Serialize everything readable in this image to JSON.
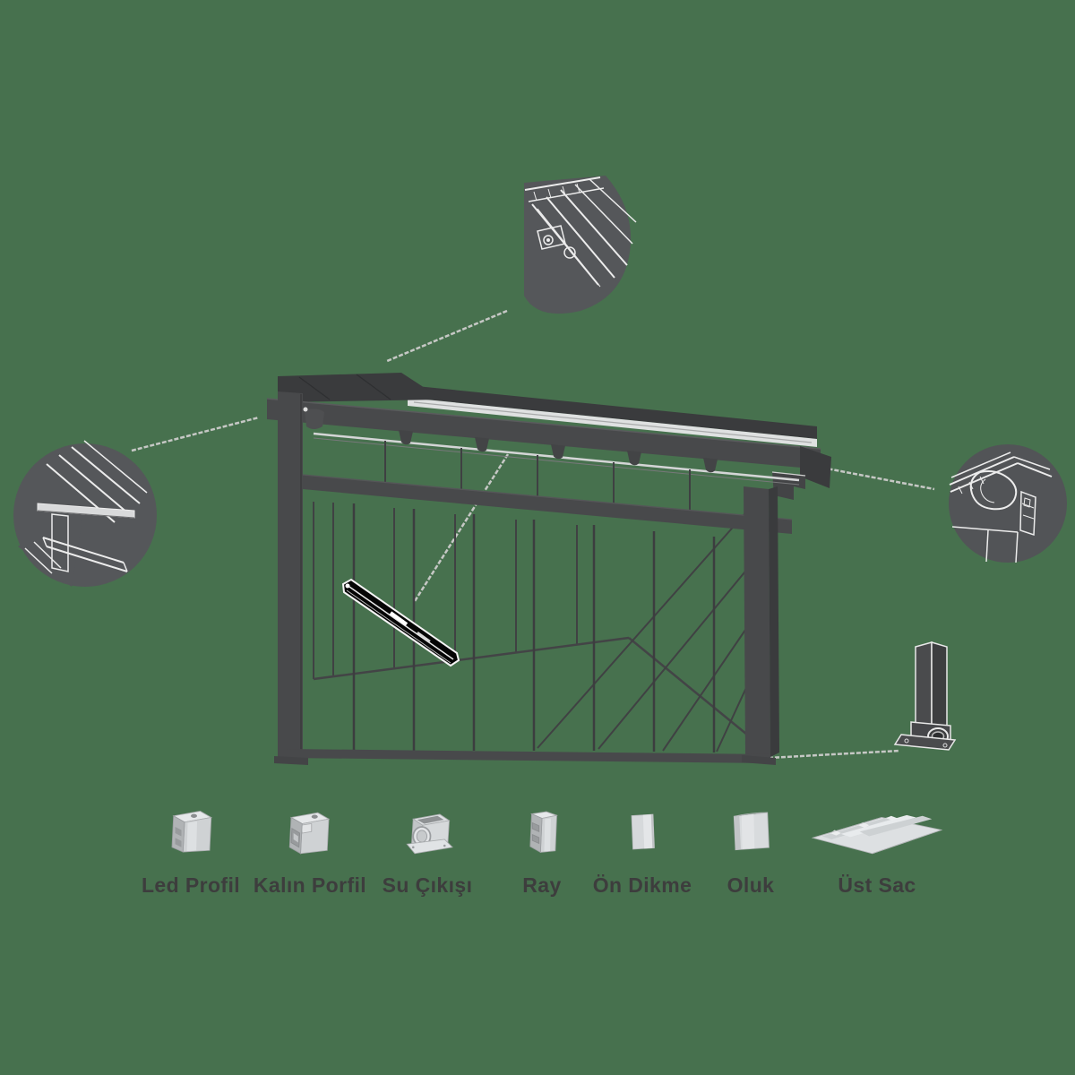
{
  "parts": [
    {
      "label": "Led Profil"
    },
    {
      "label": "Kalın Porfil"
    },
    {
      "label": "Su Çıkışı"
    },
    {
      "label": "Ray"
    },
    {
      "label": "Ön Dikme"
    },
    {
      "label": "Oluk"
    },
    {
      "label": "Üst Sac"
    }
  ],
  "colors": {
    "background": "#47714e",
    "frame": "#48494b",
    "frame_dark": "#3a3b3d",
    "callout_fill": "#55575a",
    "detail_line": "#ececec",
    "leader_line": "#c6c8c5",
    "highlight_bar": "#050505",
    "thumb_light": "#e6e8ea",
    "thumb_mid": "#cfd2d4",
    "thumb_dark": "#b0b3b5",
    "label_text": "#3d3d3d"
  }
}
